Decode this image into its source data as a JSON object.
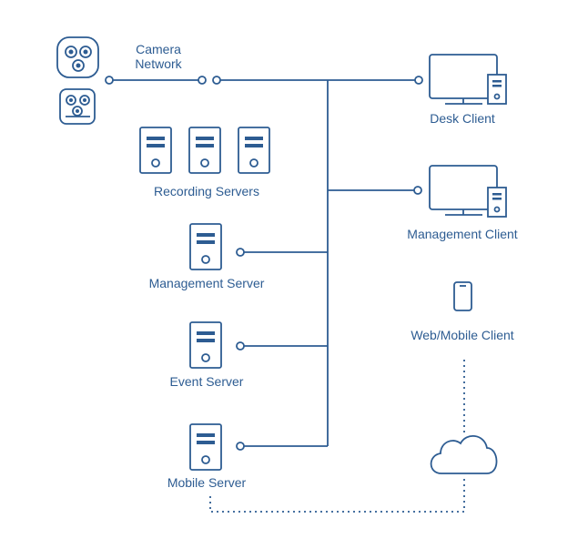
{
  "labels": {
    "camera_network_line1": "Camera",
    "camera_network_line2": "Network",
    "desk_client": "Desk Client",
    "recording_servers": "Recording Servers",
    "management_client": "Management Client",
    "management_server": "Management Server",
    "web_mobile_client": "Web/Mobile Client",
    "event_server": "Event Server",
    "mobile_server": "Mobile Server"
  },
  "colors": {
    "primary": "#2d5c92",
    "background": "#ffffff"
  },
  "icons": [
    "camera-icon",
    "server-icon",
    "monitor-icon",
    "phone-icon",
    "cloud-icon"
  ]
}
